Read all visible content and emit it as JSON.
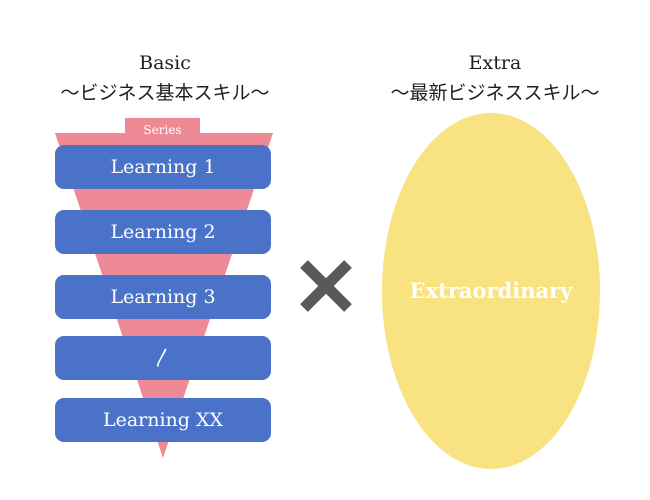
{
  "basic": {
    "title": "Basic",
    "subtitle": "〜ビジネス基本スキル〜",
    "series_label": "Series",
    "steps": [
      "Learning 1",
      "Learning 2",
      "Learning 3",
      "〳",
      "Learning XX"
    ]
  },
  "extra": {
    "title": "Extra",
    "subtitle": "〜最新ビジネススキル〜",
    "label": "Extraordinary"
  },
  "colors": {
    "step_blue": "#4a72c9",
    "funnel_pink": "#ee8a96",
    "oval_yellow": "#f9e281",
    "cross_gray": "#595959"
  },
  "icons": {
    "operator": "times-icon"
  }
}
